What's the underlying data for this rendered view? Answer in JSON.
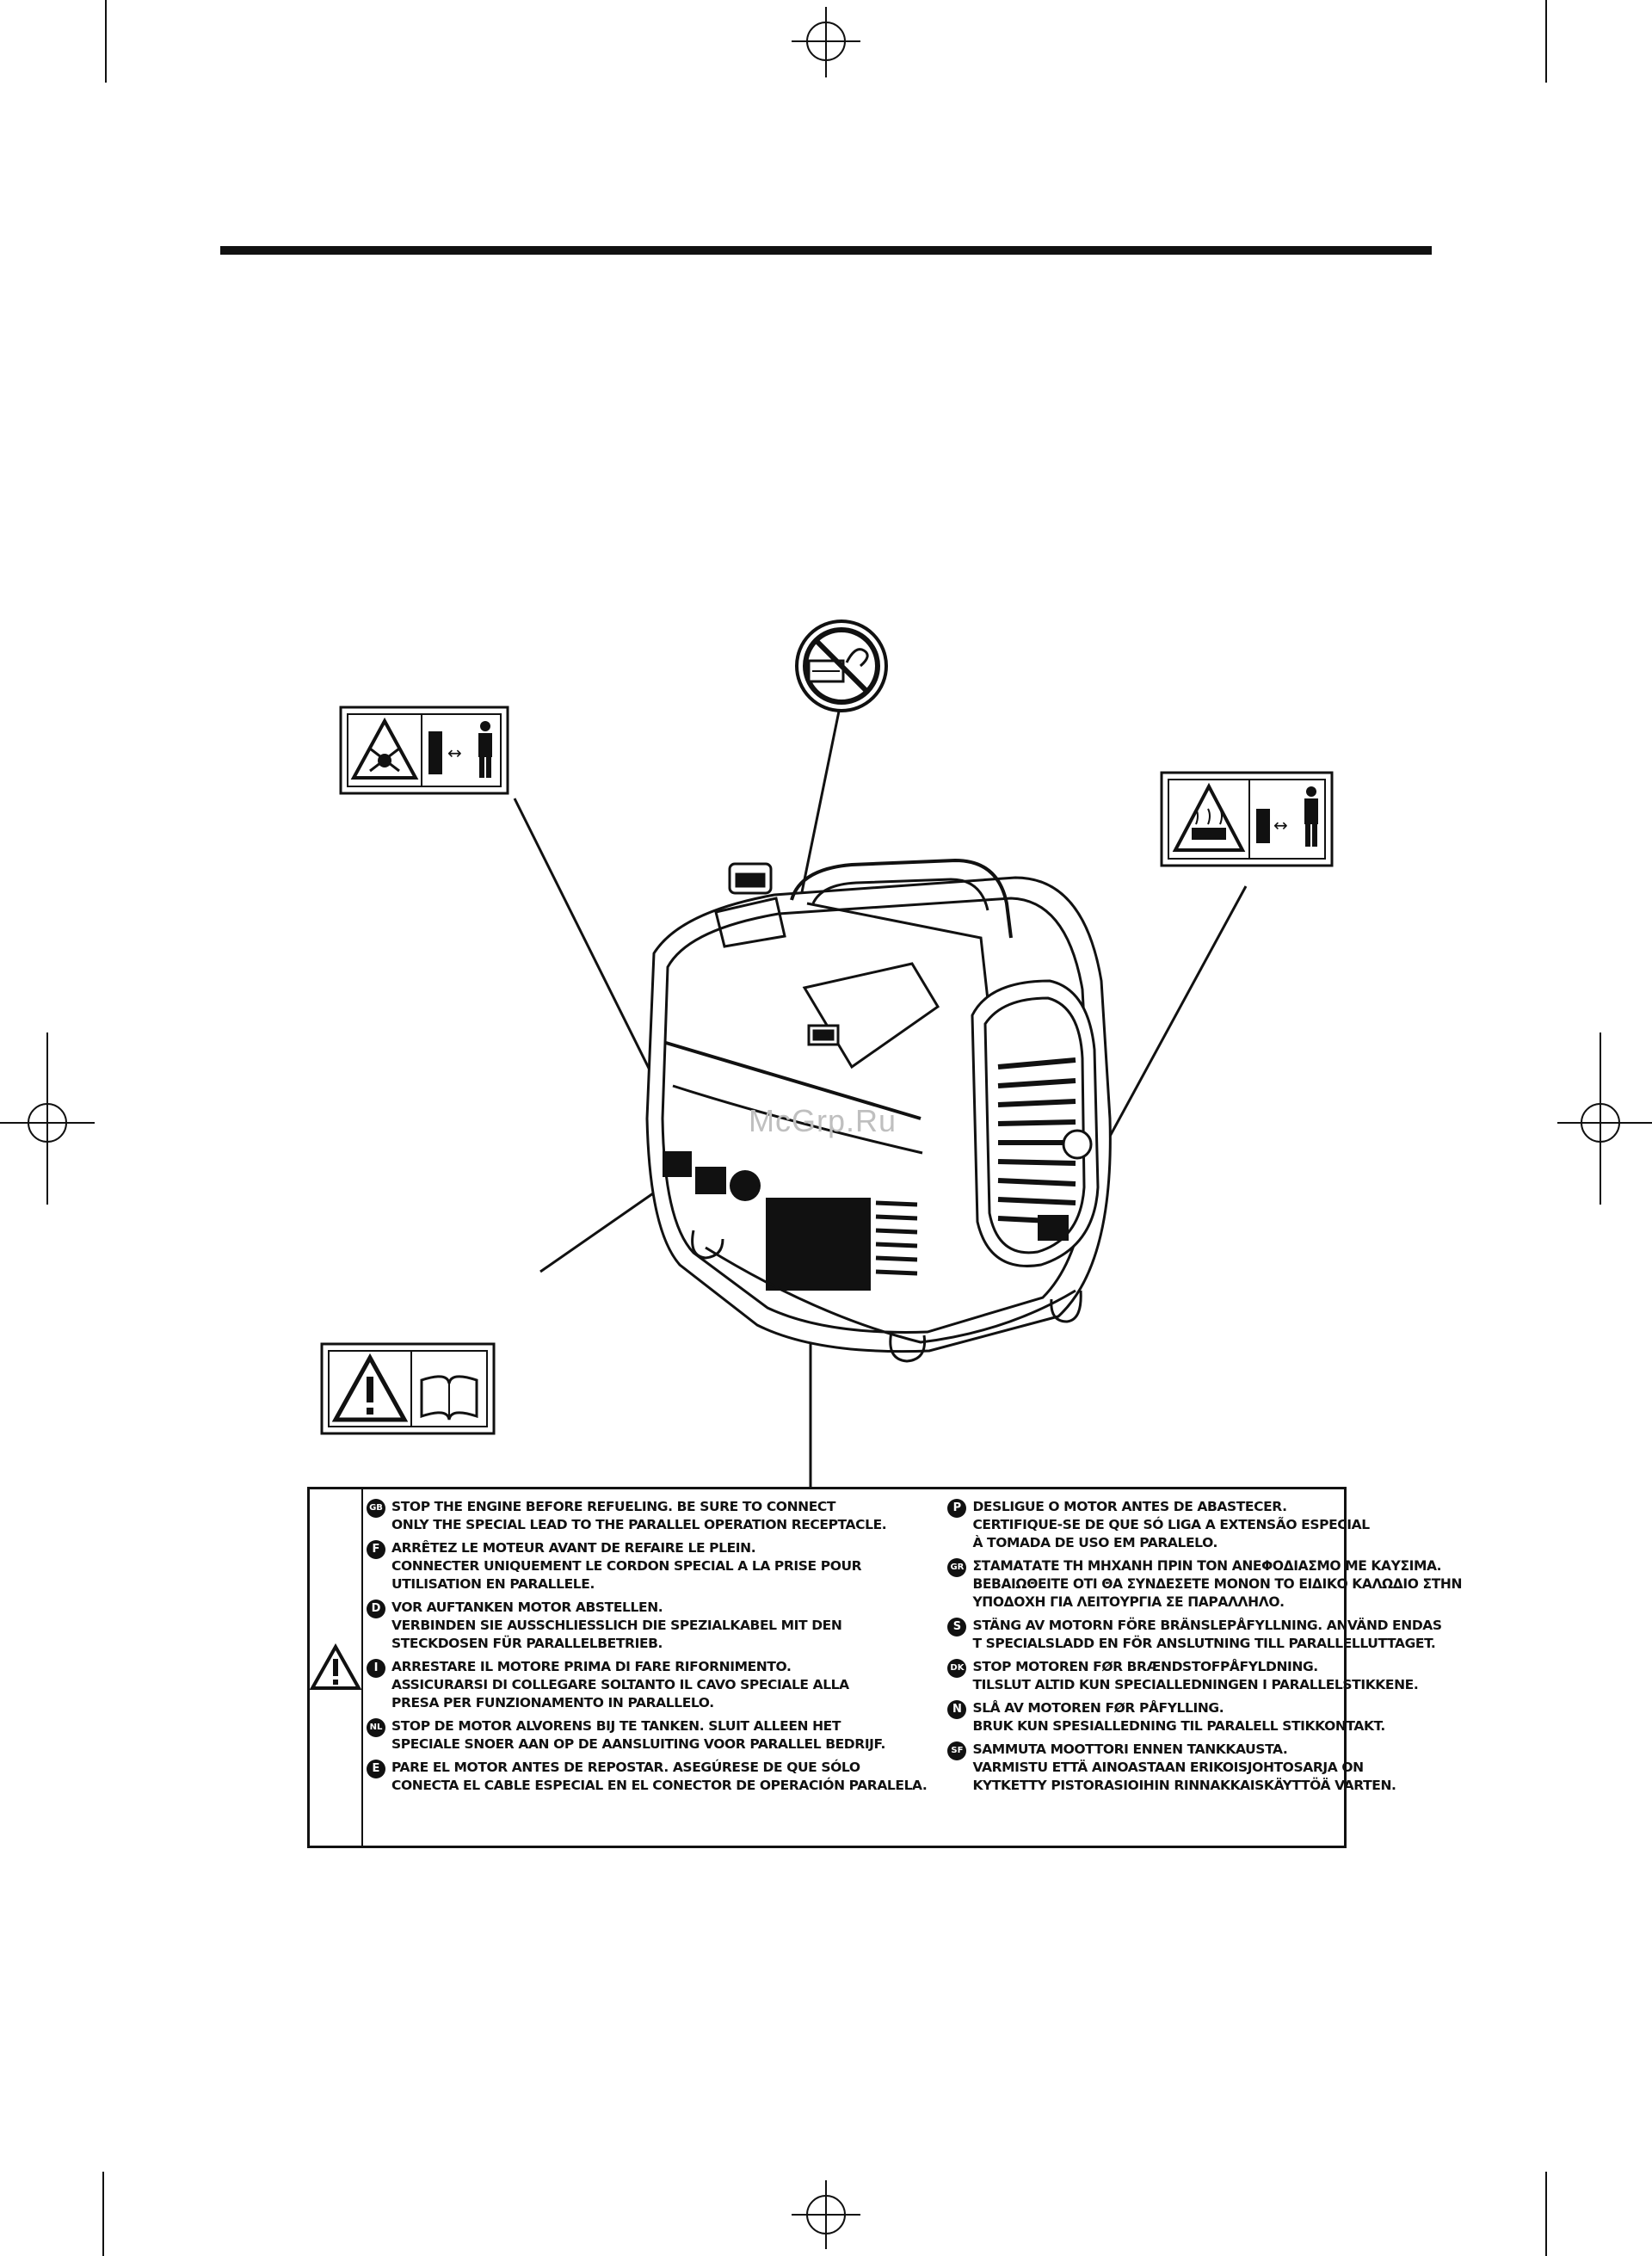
{
  "watermark": "McGrp.Ru",
  "icons": {
    "no_connect_label": "no-connect-sign-icon",
    "explosion_label": "explosion-keep-distance-icon",
    "hot_surface_label": "hot-surface-keep-distance-icon",
    "read_manual_label": "warning-read-manual-icon",
    "generator": "generator-illustration",
    "warning_triangle": "warning-triangle-icon"
  },
  "warning_label": {
    "left": [
      {
        "badge": "GB",
        "lines": [
          "STOP THE ENGINE BEFORE REFUELING. BE SURE TO CONNECT",
          "ONLY THE SPECIAL LEAD TO THE PARALLEL OPERATION RECEPTACLE."
        ]
      },
      {
        "badge": "F",
        "lines": [
          "ARRÊTEZ LE MOTEUR AVANT DE REFAIRE LE PLEIN.",
          "CONNECTER UNIQUEMENT LE CORDON SPECIAL A LA PRISE POUR",
          "UTILISATION EN PARALLELE."
        ]
      },
      {
        "badge": "D",
        "lines": [
          "VOR AUFTANKEN MOTOR ABSTELLEN.",
          "VERBINDEN SIE AUSSCHLIESSLICH DIE SPEZIALKABEL MIT DEN",
          "STECKDOSEN FÜR PARALLELBETRIEB."
        ]
      },
      {
        "badge": "I",
        "lines": [
          "ARRESTARE IL MOTORE PRIMA DI FARE RIFORNIMENTO.",
          "ASSICURARSI DI COLLEGARE SOLTANTO IL CAVO SPECIALE ALLA",
          "PRESA PER FUNZIONAMENTO IN PARALLELO."
        ]
      },
      {
        "badge": "NL",
        "lines": [
          "STOP DE MOTOR ALVORENS BIJ TE TANKEN. SLUIT ALLEEN HET",
          "SPECIALE SNOER AAN OP DE AANSLUITING VOOR PARALLEL BEDRIJF."
        ]
      },
      {
        "badge": "E",
        "lines": [
          "PARE EL MOTOR ANTES DE REPOSTAR. ASEGÚRESE DE QUE SÓLO",
          "CONECTA EL CABLE ESPECIAL EN EL CONECTOR DE OPERACIÓN PARALELA."
        ]
      }
    ],
    "right": [
      {
        "badge": "P",
        "lines": [
          "DESLIGUE O MOTOR ANTES DE ABASTECER.",
          "CERTIFIQUE-SE DE QUE SÓ LIGA A EXTENSÃO ESPECIAL",
          "À TOMADA DE USO EM PARALELO."
        ]
      },
      {
        "badge": "GR",
        "lines": [
          "ΣΤΑΜΑΤΑΤΕ ΤΗ ΜΗΧΑΝΗ ΠΡΙΝ ΤΟΝ ΑΝΕΦΟΔΙΑΣΜΟ ΜΕ ΚΑΥΣΙΜΑ.",
          "ΒΕΒΑΙΩΘΕΙΤΕ ΟΤΙ ΘΑ ΣΥΝΔΕΣΕΤΕ ΜΟΝΟΝ ΤΟ ΕΙΔΙΚΟ ΚΑΛΩΔΙΟ ΣΤΗΝ",
          "ΥΠΟΔΟΧΗ ΓΙΑ ΛΕΙΤΟΥΡΓΙΑ ΣΕ ΠΑΡΑΛΛΗΛΟ."
        ]
      },
      {
        "badge": "S",
        "lines": [
          "STÄNG AV MOTORN FÖRE BRÄNSLEPÅFYLLNING. ANVÄND ENDAS",
          "T SPECIALSLADD EN FÖR ANSLUTNING TILL PARALLELLUTTAGET."
        ]
      },
      {
        "badge": "DK",
        "lines": [
          "STOP MOTOREN FØR BRÆNDSTOFPÅFYLDNING.",
          "TILSLUT ALTID KUN SPECIALLEDNINGEN I PARALLELSTIKKENE."
        ]
      },
      {
        "badge": "N",
        "lines": [
          "SLÅ AV MOTOREN FØR PÅFYLLING.",
          "BRUK KUN SPESIALLEDNING TIL PARALELL STIKKONTAKT."
        ]
      },
      {
        "badge": "SF",
        "lines": [
          "SAMMUTA MOOTTORI ENNEN TANKKAUSTA.",
          "VARMISTU ETTÄ AINOASTAAN ERIKOISJOHTOSARJA ON",
          "KYTKETTY PISTORASIOIHIN RINNAKKAISKÄYTTÖÄ VARTEN."
        ]
      }
    ]
  }
}
